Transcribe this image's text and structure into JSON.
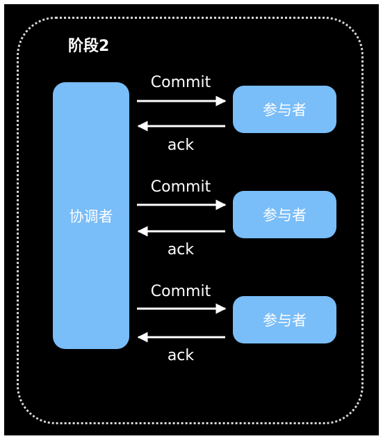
{
  "phase": {
    "title": "阶段2"
  },
  "coordinator": {
    "label": "协调者"
  },
  "participants": [
    {
      "label": "参与者",
      "commit_label": "Commit",
      "ack_label": "ack"
    },
    {
      "label": "参与者",
      "commit_label": "Commit",
      "ack_label": "ack"
    },
    {
      "label": "参与者",
      "commit_label": "Commit",
      "ack_label": "ack"
    }
  ],
  "colors": {
    "background": "#000000",
    "box": "#79bdf9",
    "text": "#ffffff",
    "border": "#d9d9d9"
  }
}
